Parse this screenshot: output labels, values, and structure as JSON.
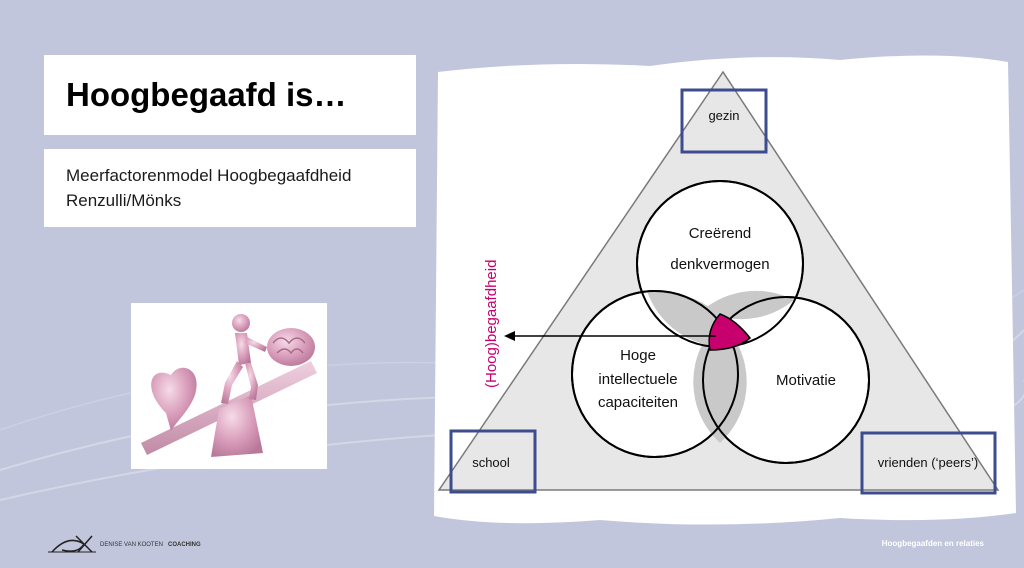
{
  "slide": {
    "title": "Hoogbegaafd is…",
    "subtitle_line1": "Meerfactorenmodel Hoogbegaafdheid",
    "subtitle_line2": "Renzulli/Mönks"
  },
  "diagram": {
    "corners": {
      "top": "gezin",
      "left": "school",
      "right": "vrienden (‘peers’)"
    },
    "circles": {
      "top_line1": "Creërend",
      "top_line2": "denkvermogen",
      "left_line1": "Hoge",
      "left_line2": "intellectuele",
      "left_line3": "capaciteiten",
      "right": "Motivatie"
    },
    "side_label": "(Hoog)begaafdheid"
  },
  "footer": {
    "logo_text_a": "DENISE VAN KOOTEN",
    "logo_text_b": "COACHING",
    "right_text": "Hoogbegaafden en relaties"
  },
  "colors": {
    "box_border": "#3d4b8f",
    "highlight": "#c8006e",
    "background": "#c2c6dc"
  }
}
